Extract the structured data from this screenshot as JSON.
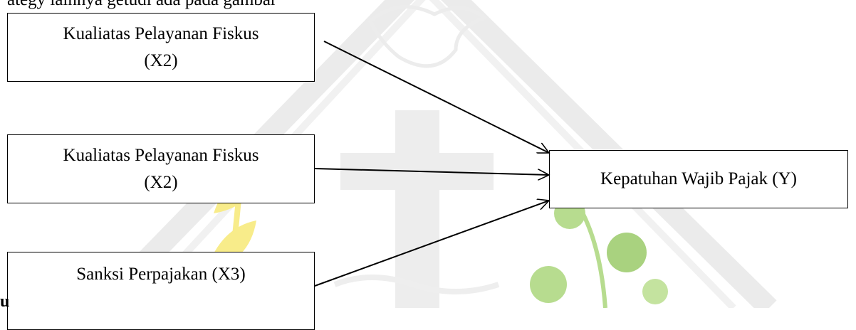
{
  "top_text": "ategy lainnya getudi ada pada gambar",
  "boxes": {
    "x2_top": {
      "line1": "Kualiatas Pelayanan Fiskus",
      "line2": "(X2)"
    },
    "x2_mid": {
      "line1": "Kualiatas Pelayanan Fiskus",
      "line2": "(X2)"
    },
    "x3": {
      "line1": "Sanksi Perpajakan (X3)"
    },
    "y": {
      "line1": "Kepatuhan Wajib Pajak (Y)"
    }
  },
  "bottom_fragment": "u",
  "colors": {
    "watermark_gray": "#e9e9e9",
    "watermark_yellow": "#f7e76a",
    "watermark_green": "#8dc35a"
  }
}
